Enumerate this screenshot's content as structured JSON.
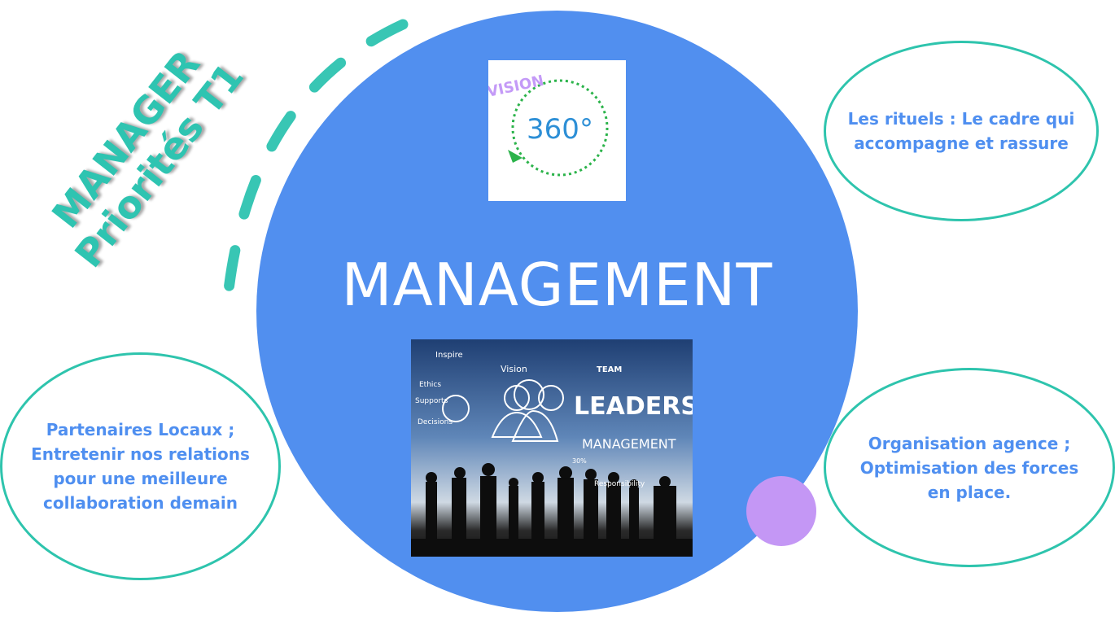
{
  "headline": {
    "line1": "MANAGER",
    "line2": "Priorités T1"
  },
  "center": {
    "title": "MANAGEMENT"
  },
  "vision_image": {
    "label": "VISION",
    "value": "360°"
  },
  "leadership_image": {
    "words": [
      "Inspire",
      "Vision",
      "Ethics",
      "Supports",
      "Decisions",
      "TEAM",
      "LEADERSHIP",
      "MANAGEMENT",
      "30%",
      "Responsibility"
    ]
  },
  "bubbles": [
    {
      "text": "Les rituels : Le cadre qui\naccompagne et rassure"
    },
    {
      "text": "Partenaires Locaux ;\nEntretenir nos relations\npour une meilleure\ncollaboration demain"
    },
    {
      "text": "Organisation agence ;\nOptimisation des forces\nen place."
    }
  ],
  "colors": {
    "circle": "#518fef",
    "teal": "#2ec4ad",
    "purple": "#c497f5",
    "text_blue": "#4f8ff0"
  }
}
